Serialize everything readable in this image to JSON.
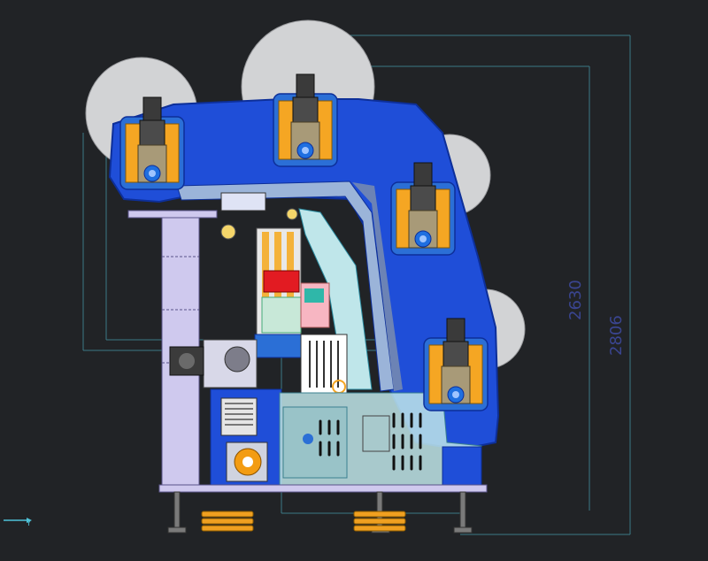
{
  "colors": {
    "background": "#212326",
    "frame_blue": "#1f4ed8",
    "frame_blue_dark": "#0d2f99",
    "disc_gray": "#d2d3d5",
    "motor_orange": "#f5a623",
    "motor_blue": "#2b6fd6",
    "gearbox_tan": "#a89a78",
    "panel_lavender": "#cfc9ee",
    "dimension_line": "#3c7a86",
    "dimension_text": "#3a4590",
    "spring_orange": "#f0a020",
    "cover_cyan": "#bfe6ea",
    "red_block": "#e21b22"
  },
  "dimensions": {
    "inner": "2630",
    "outer": "2806"
  },
  "axis": {
    "label": "Y"
  },
  "icons": {
    "ucs": "ucs-axis-icon"
  }
}
